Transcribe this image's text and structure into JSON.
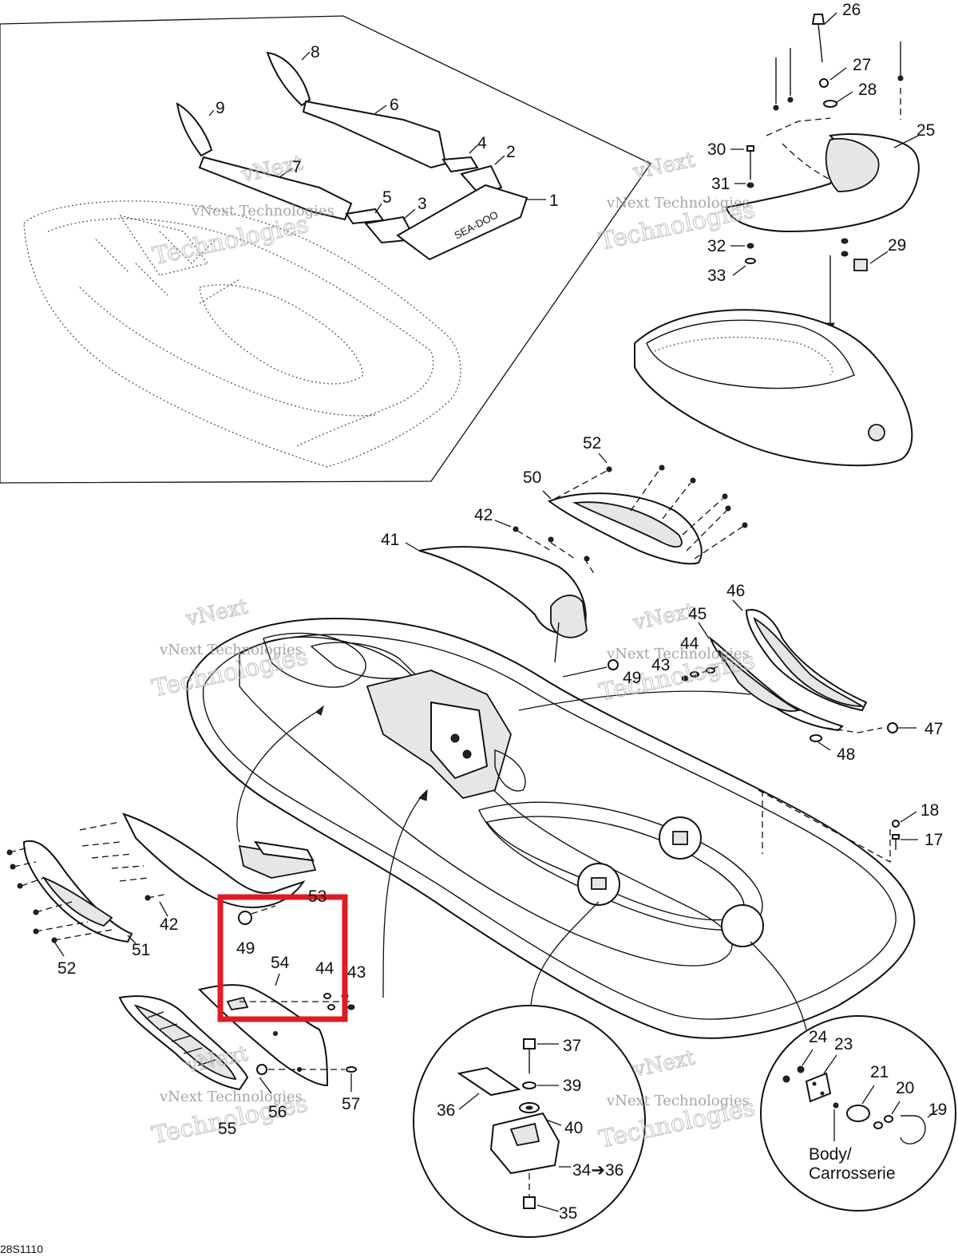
{
  "labels": {
    "p1": "1",
    "p2": "2",
    "p3": "3",
    "p4": "4",
    "p5": "5",
    "p6": "6",
    "p7": "7",
    "p8": "8",
    "p9": "9",
    "p17": "17",
    "p18": "18",
    "p19": "19",
    "p20": "20",
    "p21": "21",
    "p23": "23",
    "p24": "24",
    "p25": "25",
    "p26": "26",
    "p27": "27",
    "p28": "28",
    "p29": "29",
    "p30": "30",
    "p31": "31",
    "p32": "32",
    "p33": "33",
    "p34": "34➔36",
    "p35": "35",
    "p36": "36",
    "p37": "37",
    "p39": "39",
    "p40": "40",
    "p41": "41",
    "p42a": "42",
    "p42b": "42",
    "p43a": "43",
    "p43b": "43",
    "p44a": "44",
    "p44b": "44",
    "p45": "45",
    "p46": "46",
    "p47": "47",
    "p48": "48",
    "p49a": "49",
    "p49b": "49",
    "p50": "50",
    "p51": "51",
    "p52a": "52",
    "p52b": "52",
    "p53": "53",
    "p54": "54",
    "p55": "55",
    "p56": "56",
    "p57": "57",
    "body_line1": "Body/",
    "body_line2": "Carrosserie"
  },
  "drawing_code": "28S1110",
  "watermark": {
    "line1": "vNext",
    "line2": "Technologies",
    "line3": "vNext Technologies"
  },
  "mat_logo": "SEA-DOO",
  "highlight": {
    "color": "#e01b24",
    "target": "49, 54, 44, 43"
  }
}
